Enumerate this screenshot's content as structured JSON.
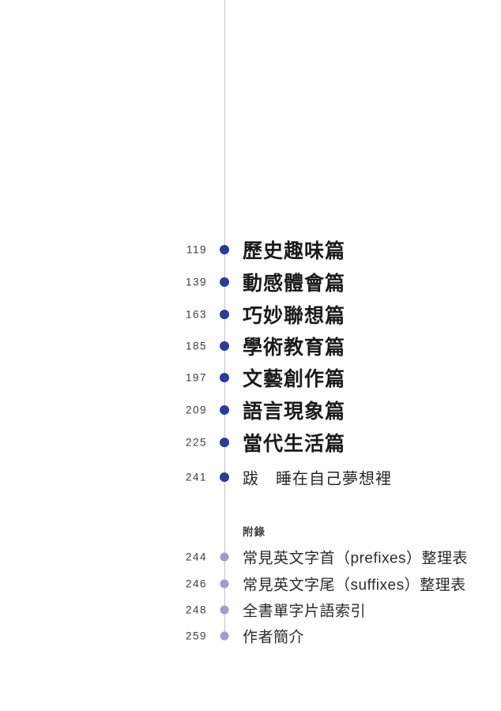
{
  "colors": {
    "page_bg": "#ffffff",
    "line_color": "#c1c0ca",
    "bullet_dark": "#2d3b94",
    "bullet_light": "#9f9dce"
  },
  "toc": {
    "main_entries": [
      {
        "page": "119",
        "title": "歷史趣味篇"
      },
      {
        "page": "139",
        "title": "動感體會篇"
      },
      {
        "page": "163",
        "title": "巧妙聯想篇"
      },
      {
        "page": "185",
        "title": "學術教育篇"
      },
      {
        "page": "197",
        "title": "文藝創作篇"
      },
      {
        "page": "209",
        "title": "語言現象篇"
      },
      {
        "page": "225",
        "title": "當代生活篇"
      }
    ],
    "epilogue": {
      "page": "241",
      "title": "跋　睡在自己夢想裡"
    },
    "appendix_label": "附錄",
    "appendix_entries": [
      {
        "page": "244",
        "title": "常見英文字首（prefixes）整理表"
      },
      {
        "page": "246",
        "title": "常見英文字尾（suffixes）整理表"
      },
      {
        "page": "248",
        "title": "全書單字片語索引"
      },
      {
        "page": "259",
        "title": "作者簡介"
      }
    ]
  }
}
